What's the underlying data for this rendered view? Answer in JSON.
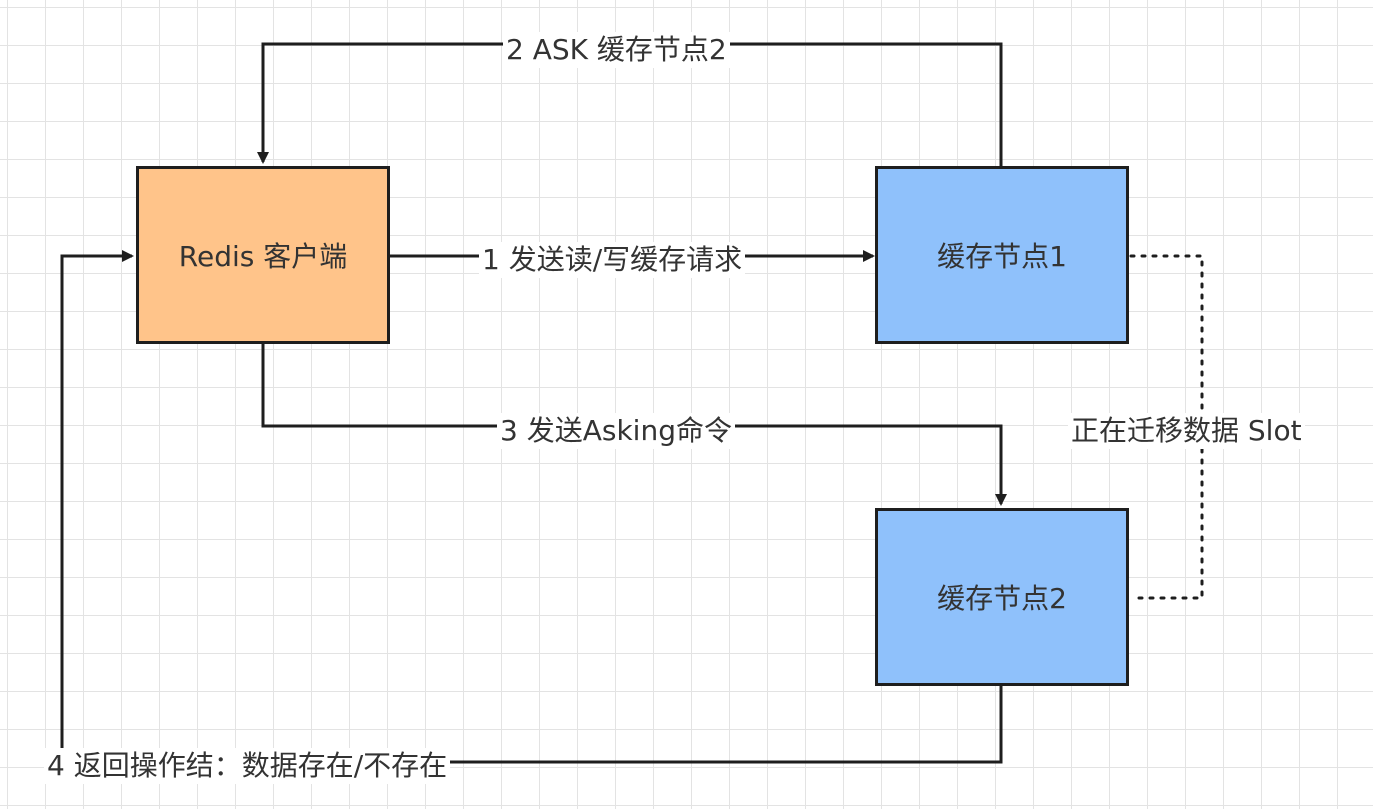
{
  "nodes": {
    "client": "Redis 客户端",
    "cache1": "缓存节点1",
    "cache2": "缓存节点2"
  },
  "edges": {
    "step1": "1 发送读/写缓存请求",
    "step2": "2 ASK 缓存节点2",
    "step3": "3 发送Asking命令",
    "step4": "4 返回操作结：数据存在/不存在",
    "migration": "正在迁移数据 Slot"
  },
  "colors": {
    "client_fill": "#ffc48a",
    "cache_fill": "#8fc1fb",
    "stroke": "#1e1e1e"
  }
}
